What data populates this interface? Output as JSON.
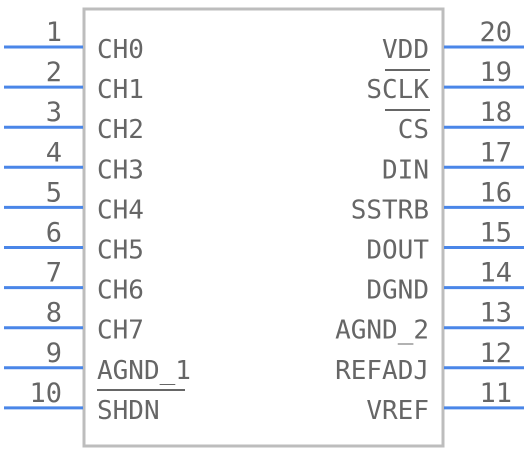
{
  "colors": {
    "pin": "#4a86e8",
    "body_stroke": "#bdbdbd",
    "text": "#666666",
    "overline": "#666666"
  },
  "left_pins": [
    {
      "number": "1",
      "name": "CH0"
    },
    {
      "number": "2",
      "name": "CH1"
    },
    {
      "number": "3",
      "name": "CH2"
    },
    {
      "number": "4",
      "name": "CH3"
    },
    {
      "number": "5",
      "name": "CH4"
    },
    {
      "number": "6",
      "name": "CH5"
    },
    {
      "number": "7",
      "name": "CH6"
    },
    {
      "number": "8",
      "name": "CH7"
    },
    {
      "number": "9",
      "name": "AGND_1"
    },
    {
      "number": "10",
      "name": "SHDN"
    }
  ],
  "right_pins": [
    {
      "number": "20",
      "name": "VDD"
    },
    {
      "number": "19",
      "name": "SCLK"
    },
    {
      "number": "18",
      "name": "CS"
    },
    {
      "number": "17",
      "name": "DIN"
    },
    {
      "number": "16",
      "name": "SSTRB"
    },
    {
      "number": "15",
      "name": "DOUT"
    },
    {
      "number": "14",
      "name": "DGND"
    },
    {
      "number": "13",
      "name": "AGND_2"
    },
    {
      "number": "12",
      "name": "REFADJ"
    },
    {
      "number": "11",
      "name": "VREF"
    }
  ]
}
